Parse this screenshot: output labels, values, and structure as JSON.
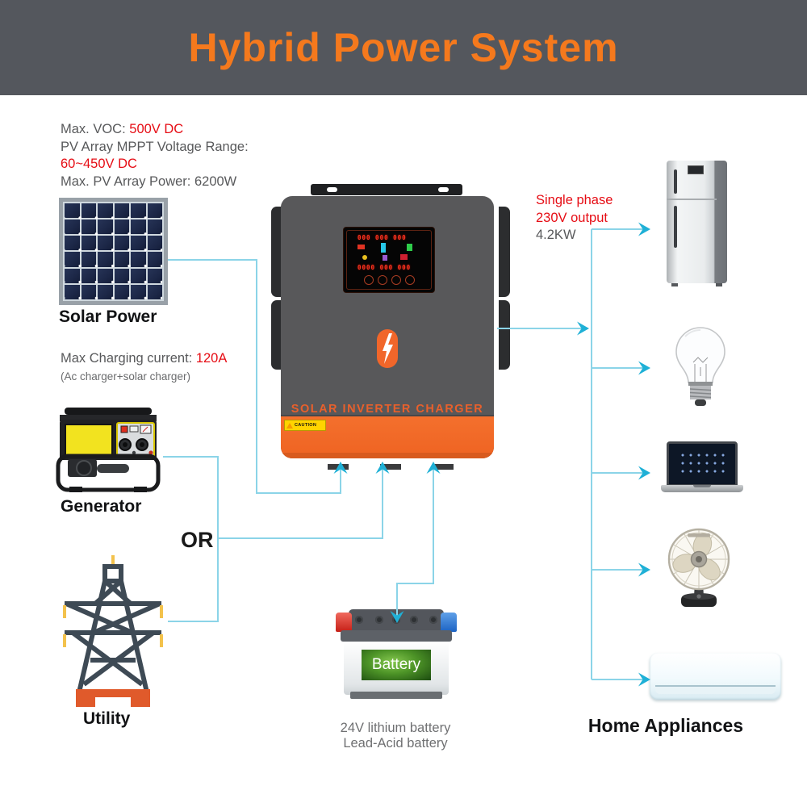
{
  "title": "Hybrid Power System",
  "pv_specs": {
    "voc_label": "Max. VOC: ",
    "voc_value": "500V DC",
    "mppt_label": "PV Array MPPT Voltage Range:",
    "mppt_value": "60~450V DC",
    "power_label": "Max. PV Array Power: 6200W"
  },
  "solar": {
    "label": "Solar Power"
  },
  "charging": {
    "label": "Max Charging current: ",
    "value": "120A",
    "note": "(Ac charger+solar charger)"
  },
  "generator": {
    "label": "Generator"
  },
  "or_label": "OR",
  "utility": {
    "label": "Utility"
  },
  "inverter": {
    "name": "SOLAR INVERTER CHARGER",
    "caution_label": "CAUTION",
    "display_row1": "000 000 000",
    "display_row2": "0000 000 000"
  },
  "output": {
    "line1": "Single phase",
    "line2": "230V output",
    "line3": "4.2KW"
  },
  "battery": {
    "label": "Battery",
    "caption1": "24V lithium battery",
    "caption2": "Lead-Acid battery"
  },
  "appliances": {
    "label": "Home Appliances"
  },
  "icons": [
    "solar-panel-icon",
    "generator-icon",
    "utility-tower-icon",
    "inverter-icon",
    "lightning-bolt-icon",
    "refrigerator-icon",
    "light-bulb-icon",
    "laptop-icon",
    "table-fan-icon",
    "air-conditioner-icon",
    "battery-icon"
  ],
  "colors": {
    "header_gray": "#54575d",
    "accent_orange": "#f5791d",
    "alert_red": "#e60d15",
    "connector_cyan": "#8bd4e8",
    "arrow_teal": "#1fb0d6",
    "inverter_orange": "#f1662a"
  }
}
